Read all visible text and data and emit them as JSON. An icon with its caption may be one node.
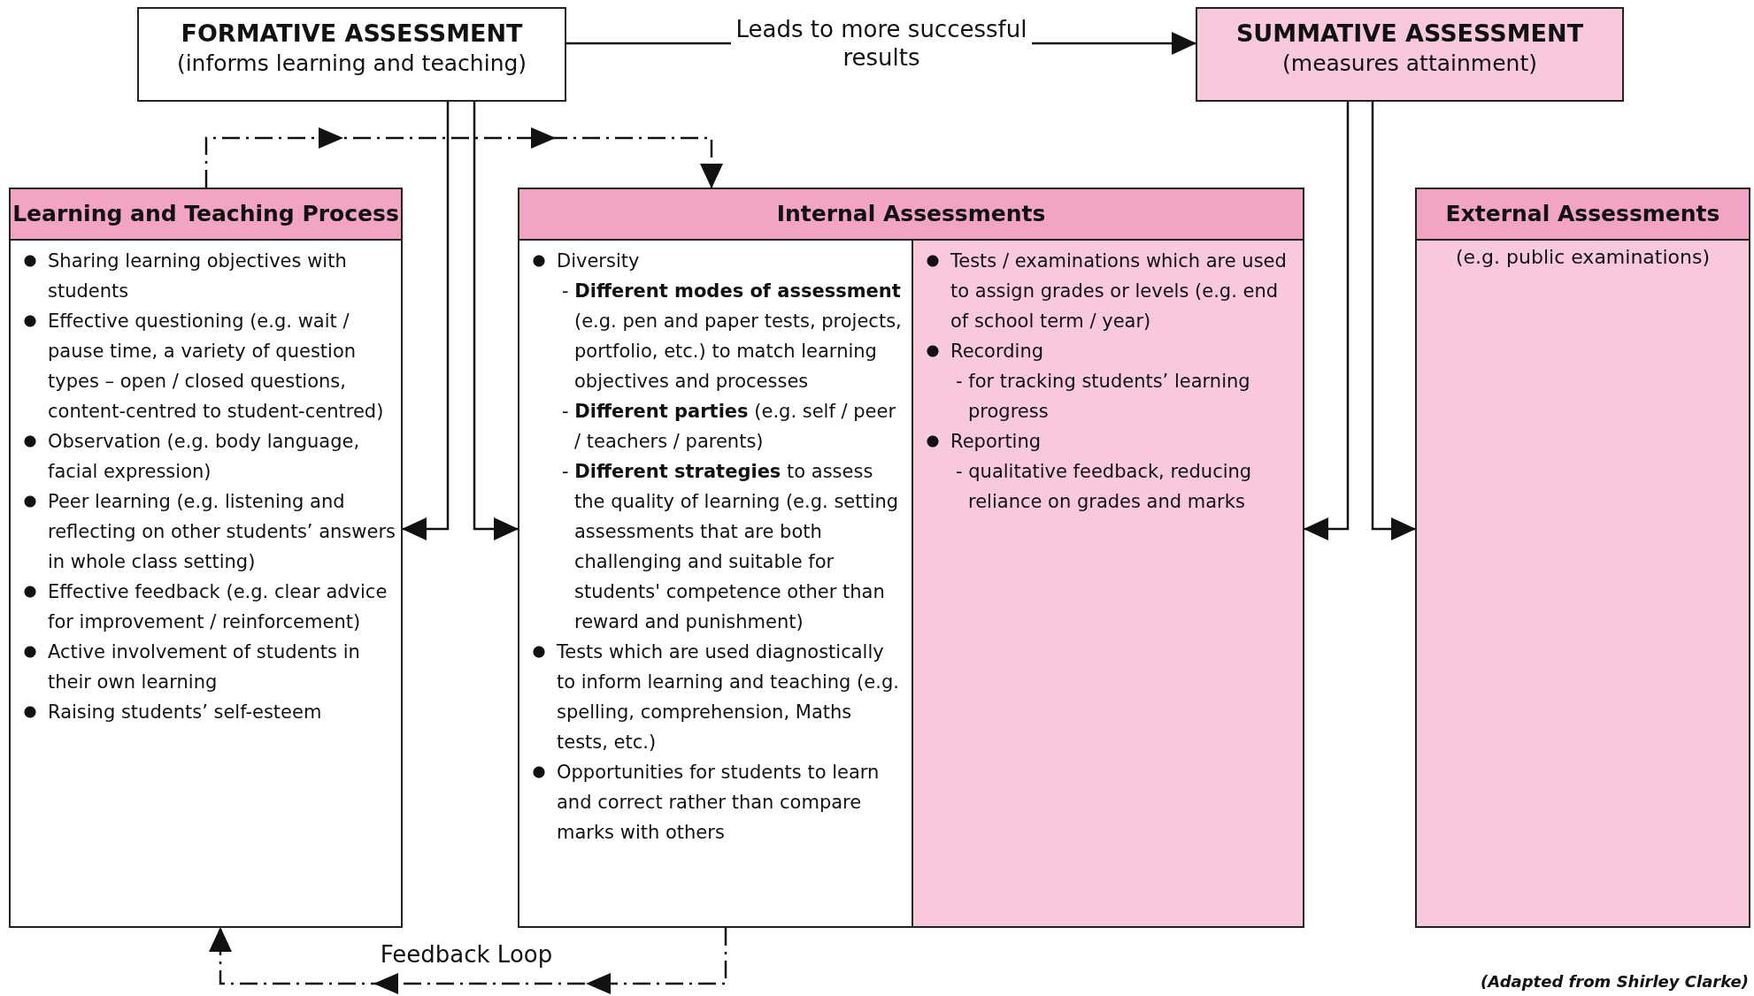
{
  "diagram": {
    "caption": "(Adapted from Shirley Clarke)",
    "nodes": [
      {
        "text": [
          "FORMATIVE ASSESSMENT",
          "(informs learning and teaching)"
        ]
      },
      {
        "text": [
          "SUMMATIVE ASSESSMENT",
          "(measures attainment)"
        ]
      },
      {
        "text": [
          "Learning and Teaching Process",
          "Sharing learning objectives with students",
          "Effective questioning (e.g. wait / pause time, a variety of question types – open / closed questions, content-centred to student-centred)",
          "Observation (e.g. body language, facial expression)",
          "Peer learning (e.g. listening and reflecting on other students’ answers in whole class setting)",
          "Effective feedback (e.g. clear advice for improvement / reinforcement)",
          "Active involvement of students in their own learning",
          "Raising students’ self-esteem"
        ]
      },
      {
        "text": [
          "Internal Assessments"
        ]
      },
      {
        "text": [
          "Diversity",
          "- **Different modes of assessment** (e.g. pen and paper tests, projects, portfolio, etc.) to match learning objectives and processes",
          "- **Different parties** (e.g. self / peer / teachers / parents)",
          "- **Different strategies** to assess the quality of learning (e.g. setting assessments that are both challenging and suitable for students' competence other than reward and punishment)",
          "Tests which are used diagnostically to inform learning and teaching (e.g. spelling, comprehension, Maths tests, etc.)",
          "Opportunities for students to learn and correct rather than compare marks with others"
        ],
        "in": 3
      },
      {
        "text": [
          "Tests / examinations which are used to assign grades or levels (e.g. end of school term / year)",
          "Recording",
          "- for tracking students’ learning progress",
          "Reporting",
          "- qualitative feedback, reducing reliance on grades and marks"
        ],
        "in": 3
      },
      {
        "text": [
          "External Assessments",
          "(e.g. public examinations)"
        ]
      }
    ],
    "edges": [
      {
        "from": 0,
        "to": 1,
        "arrow": "to",
        "label": "Leads to more successful results"
      },
      {
        "from": 0,
        "to": 2,
        "arrow": "to"
      },
      {
        "from": 0,
        "to": 3,
        "arrow": "to"
      },
      {
        "from": 1,
        "to": 3,
        "arrow": "to"
      },
      {
        "from": 1,
        "to": 6,
        "arrow": "to"
      },
      {
        "from": 2,
        "to": 3,
        "arrow": "to",
        "style": "dashed"
      },
      {
        "from": 3,
        "to": 2,
        "arrow": "to",
        "style": "dashed",
        "label": "Feedback Loop"
      }
    ]
  }
}
